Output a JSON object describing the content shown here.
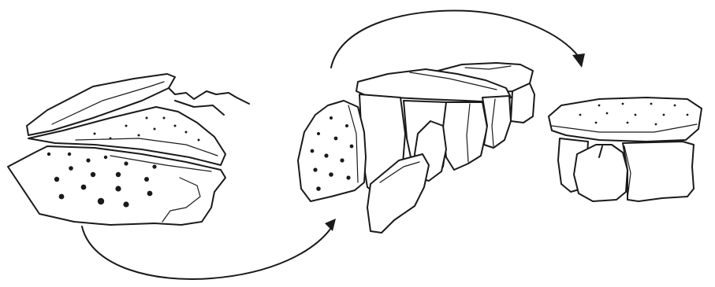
{
  "diagram": {
    "stages": [
      {
        "id": "rock-outcrop",
        "icon": "rock-outcrop-illustration"
      },
      {
        "id": "stone-chamber",
        "icon": "dolmen-chamber-illustration"
      },
      {
        "id": "finished-dolmen",
        "icon": "table-dolmen-illustration"
      }
    ],
    "arrows": [
      {
        "from": "rock-outcrop",
        "to": "stone-chamber"
      },
      {
        "from": "stone-chamber",
        "to": "finished-dolmen"
      }
    ],
    "colors": {
      "ink": "#1a1a1a",
      "background": "#ffffff"
    }
  }
}
